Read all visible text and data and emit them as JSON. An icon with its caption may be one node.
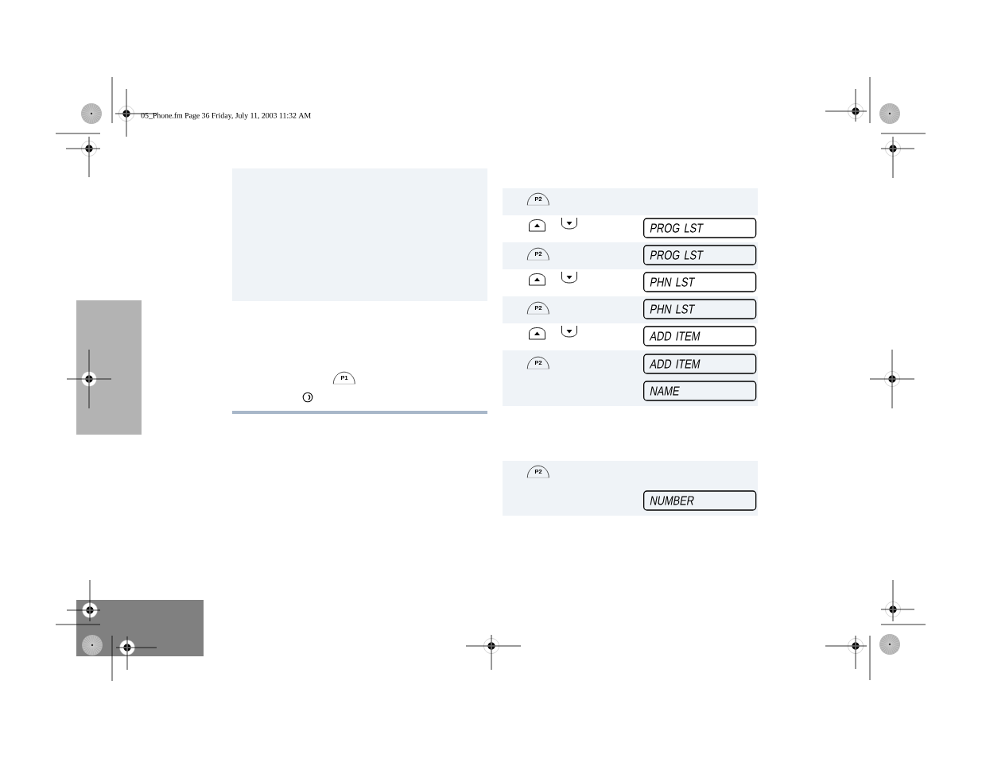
{
  "diagram": {
    "nodes": [
      {
        "text": [],
        "shape": "bar"
      },
      {
        "text": [
          "P1"
        ]
      },
      {
        "text": [
          "P2"
        ]
      },
      {
        "text": [
          "PROG LST"
        ]
      },
      {
        "text": [
          "P2"
        ]
      },
      {
        "text": [
          "PROG LST"
        ]
      },
      {
        "text": [
          "PHN LST"
        ]
      },
      {
        "text": [
          "P2"
        ]
      },
      {
        "text": [
          "PHN LST"
        ]
      },
      {
        "text": [
          "ADD ITEM"
        ]
      },
      {
        "text": [
          "P2"
        ]
      },
      {
        "text": [
          "ADD ITEM"
        ]
      },
      {
        "text": [
          "NAME"
        ]
      },
      {
        "text": [
          "P2"
        ]
      },
      {
        "text": [
          "NUMBER"
        ]
      }
    ],
    "labels": [
      "05_Phone.fm Page 36 Friday, July 11, 2003 11:32 AM"
    ]
  }
}
